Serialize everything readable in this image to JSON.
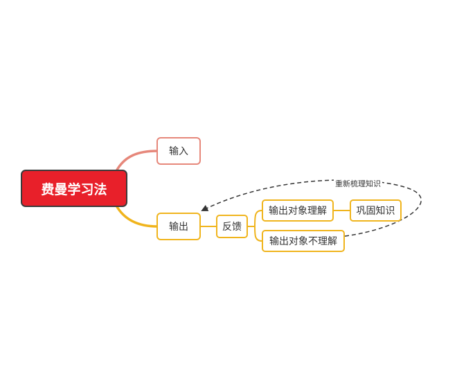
{
  "mindmap": {
    "root": "费曼学习法",
    "input": "输入",
    "output": "输出",
    "feedback": "反馈",
    "understand": "输出对象理解",
    "consolidate": "巩固知识",
    "not_understand": "输出对象不理解",
    "loop_label": "重新梳理知识"
  },
  "colors": {
    "root_fill": "#e8202a",
    "input_branch": "#e6877a",
    "output_branch": "#f0b41c",
    "loop_line": "#333333"
  }
}
